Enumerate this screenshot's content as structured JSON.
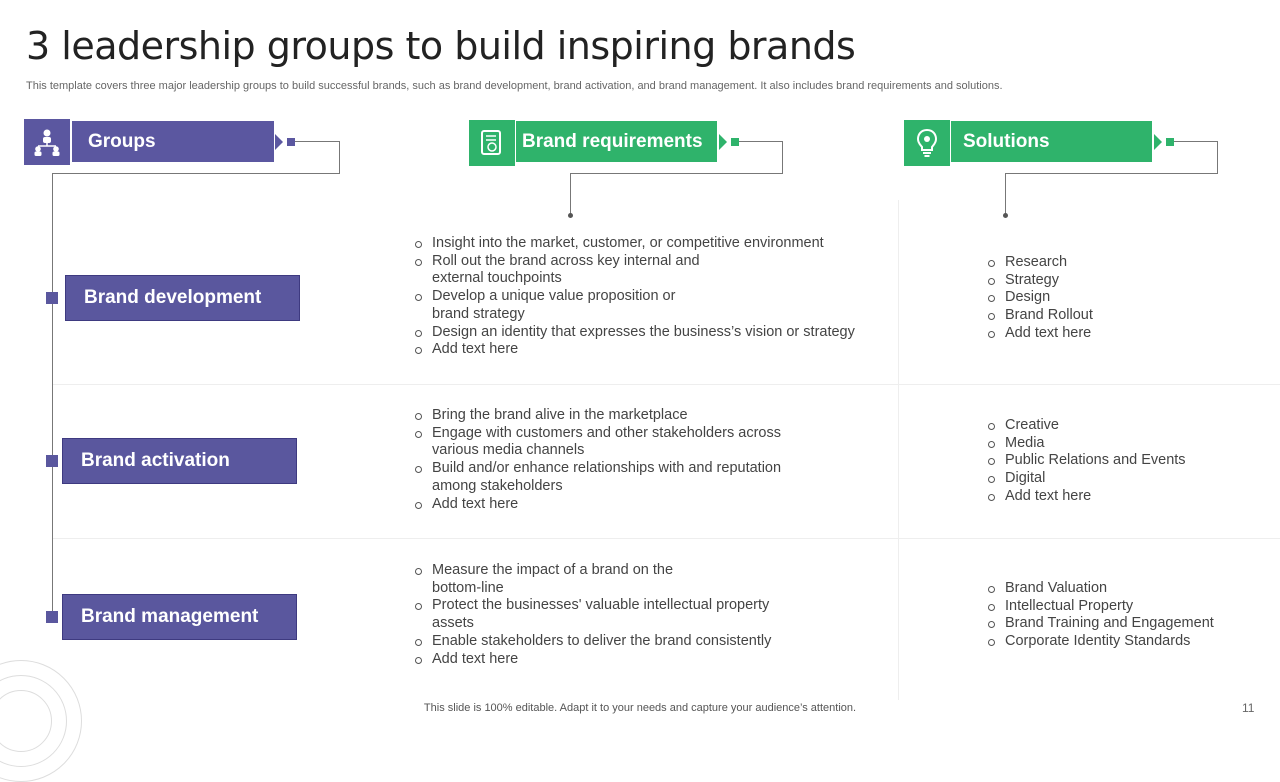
{
  "title": "3 leadership groups to build inspiring brands",
  "subtitle": "This template covers three major leadership groups to build successful brands, such as brand development, brand activation, and brand management. It also includes brand requirements and solutions.",
  "headers": {
    "groups": {
      "label": "Groups",
      "icon": "people-hierarchy-icon"
    },
    "requirements": {
      "label": "Brand requirements",
      "icon": "document-badge-icon"
    },
    "solutions": {
      "label": "Solutions",
      "icon": "lightbulb-icon"
    }
  },
  "rows": [
    {
      "group": "Brand development",
      "requirements": [
        "Insight into the market, customer, or competitive environment",
        "Roll out the brand across key internal and\nexternal touchpoints",
        "Develop a unique value proposition or\nbrand strategy",
        "Design an identity that expresses the business’s vision or strategy",
        "Add text here"
      ],
      "solutions": [
        "Research",
        "Strategy",
        "Design",
        "Brand Rollout",
        "Add text here"
      ]
    },
    {
      "group": "Brand activation",
      "requirements": [
        "Bring the brand alive in the marketplace",
        "Engage with customers and other stakeholders across\nvarious media channels",
        "Build and/or enhance relationships with and reputation\namong stakeholders",
        "Add text here"
      ],
      "solutions": [
        "Creative",
        "Media",
        "Public Relations and Events",
        " Digital",
        "Add text here"
      ]
    },
    {
      "group": "Brand management",
      "requirements": [
        "Measure the impact of a brand on the\nbottom-line",
        "Protect the businesses' valuable intellectual property\nassets",
        "Enable stakeholders to deliver the brand consistently",
        "Add text here"
      ],
      "solutions": [
        "Brand Valuation",
        "Intellectual Property",
        "Brand Training and Engagement",
        "Corporate Identity Standards"
      ]
    }
  ],
  "footer": "This slide is 100% editable. Adapt it to your needs and capture your audience’s attention.",
  "page_number": "11",
  "colors": {
    "purple": "#5b57a0",
    "green": "#2fb36b"
  }
}
